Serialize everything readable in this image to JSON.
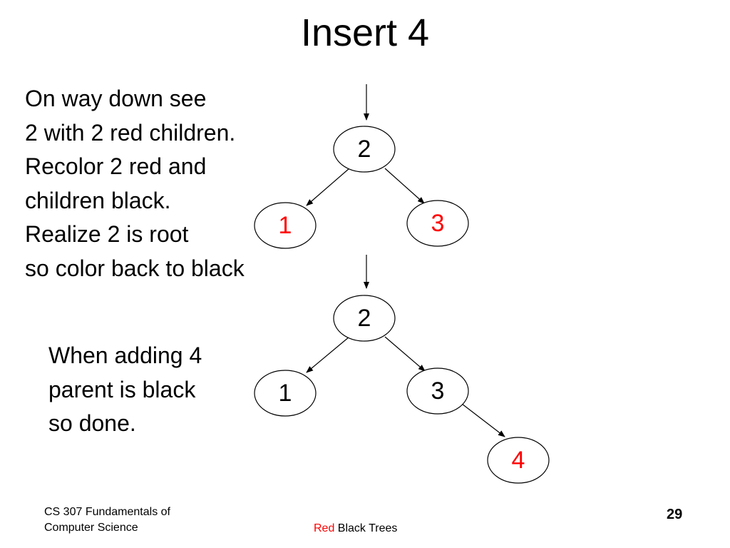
{
  "slide": {
    "title": "Insert 4",
    "top_text": [
      "On way down see",
      "2 with 2 red children.",
      "Recolor 2 red and",
      "children black.",
      "Realize 2 is root",
      "so color back to black"
    ],
    "bottom_text": [
      "When adding 4",
      "parent is black",
      "so done."
    ]
  },
  "trees": {
    "top": {
      "nodes": [
        {
          "id": "2",
          "label": "2",
          "color": "#000000"
        },
        {
          "id": "1",
          "label": "1",
          "color": "#ff0000"
        },
        {
          "id": "3",
          "label": "3",
          "color": "#ff0000"
        }
      ],
      "edges": [
        [
          "2",
          "1"
        ],
        [
          "2",
          "3"
        ]
      ]
    },
    "bottom": {
      "nodes": [
        {
          "id": "2",
          "label": "2",
          "color": "#000000"
        },
        {
          "id": "1",
          "label": "1",
          "color": "#000000"
        },
        {
          "id": "3",
          "label": "3",
          "color": "#000000"
        },
        {
          "id": "4",
          "label": "4",
          "color": "#ff0000"
        }
      ],
      "edges": [
        [
          "2",
          "1"
        ],
        [
          "2",
          "3"
        ],
        [
          "3",
          "4"
        ]
      ]
    }
  },
  "footer": {
    "course": [
      "CS 307 Fundamentals of",
      "Computer Science"
    ],
    "topic_red": "Red",
    "topic_rest": " Black Trees",
    "page_number": "29"
  },
  "colors": {
    "accent_red": "#ff0000",
    "text": "#000000",
    "background": "#ffffff"
  }
}
